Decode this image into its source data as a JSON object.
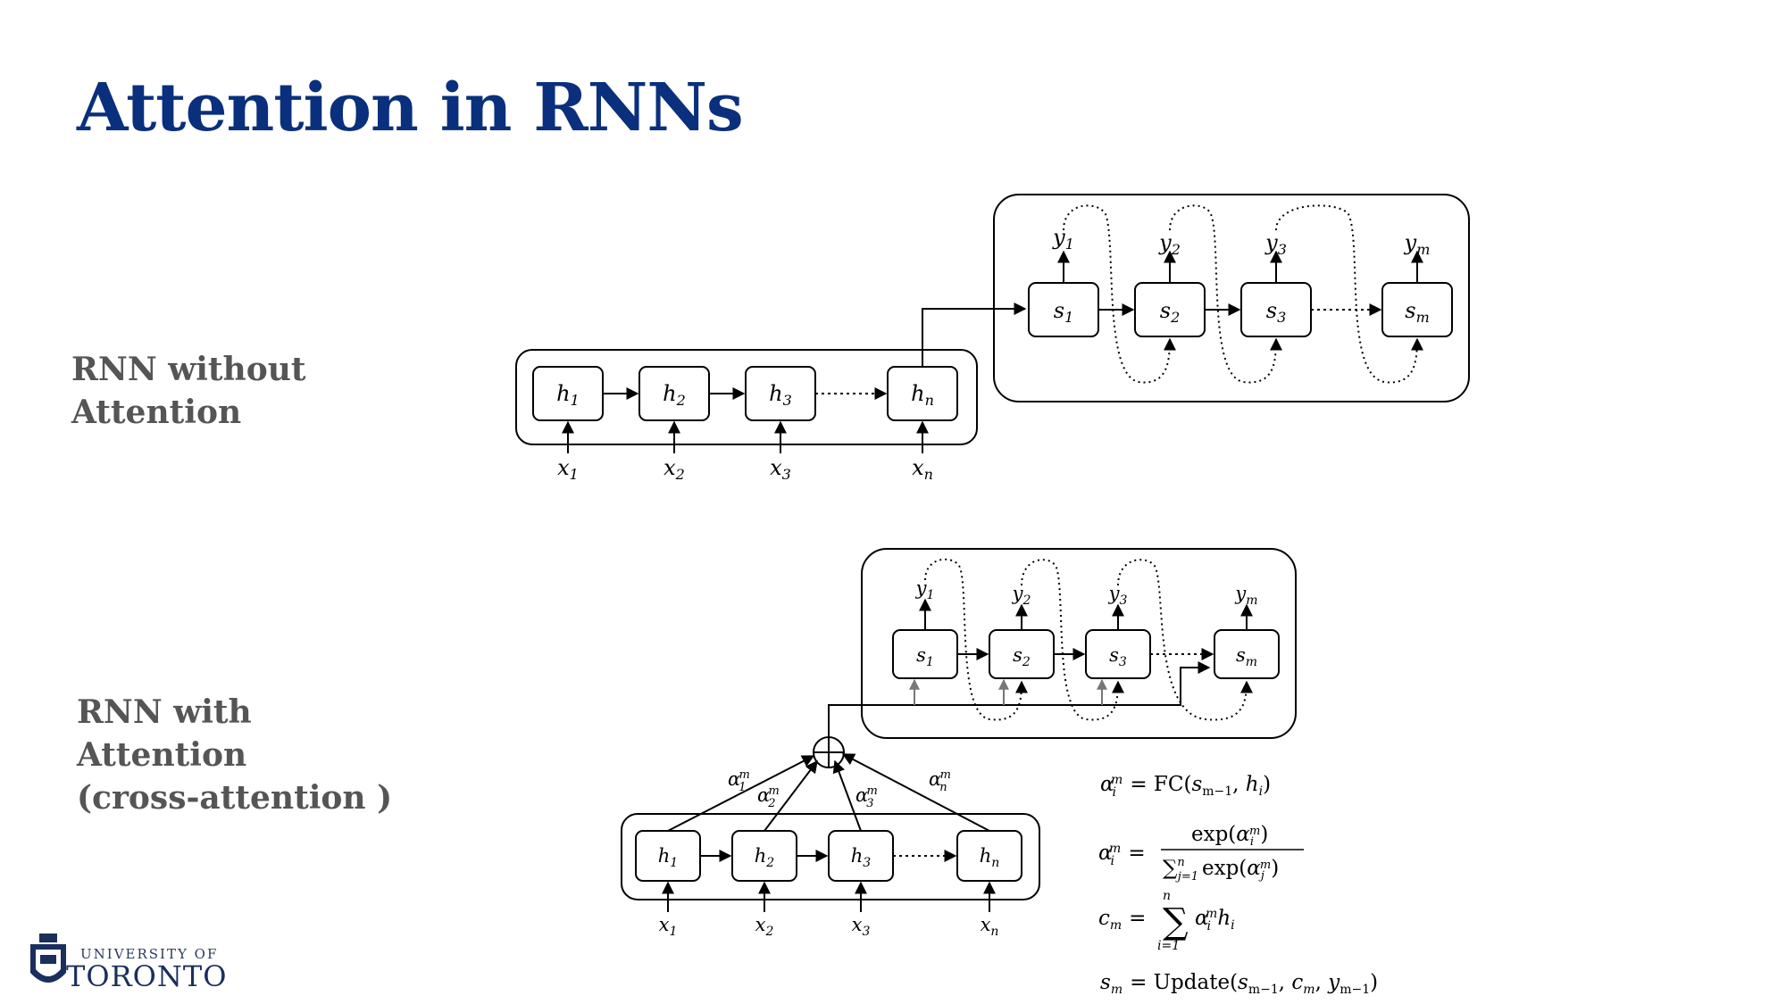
{
  "slide": {
    "title": "Attention in RNNs",
    "label_top": "RNN without\nAttention",
    "label_bottom": "RNN with\nAttention\n(cross-attention )"
  },
  "diagram_top": {
    "encoder_states": [
      "h1",
      "h2",
      "h3",
      "hn"
    ],
    "encoder_inputs": [
      "x1",
      "x2",
      "x3",
      "xn"
    ],
    "decoder_states": [
      "s1",
      "s2",
      "s3",
      "sm"
    ],
    "decoder_outputs": [
      "y1",
      "y2",
      "y3",
      "ym"
    ]
  },
  "diagram_bottom": {
    "encoder_states": [
      "h1",
      "h2",
      "h3",
      "hn"
    ],
    "encoder_inputs": [
      "x1",
      "x2",
      "x3",
      "xn"
    ],
    "decoder_states": [
      "s1",
      "s2",
      "s3",
      "sm"
    ],
    "decoder_outputs": [
      "y1",
      "y2",
      "y3",
      "ym"
    ],
    "attention_weights": [
      "α1m",
      "α2m",
      "α3m",
      "αnm"
    ]
  },
  "equations": [
    "αim = FC(sm−1, hi)",
    "αim = exp(αim) / Σj=1..n exp(αjm)",
    "cm = Σi=1..n αim hi",
    "sm = Update(sm−1, cm, ym−1)"
  ],
  "logo": {
    "line1": "UNIVERSITY OF",
    "line2": "TORONTO",
    "icon": "crest-icon"
  }
}
